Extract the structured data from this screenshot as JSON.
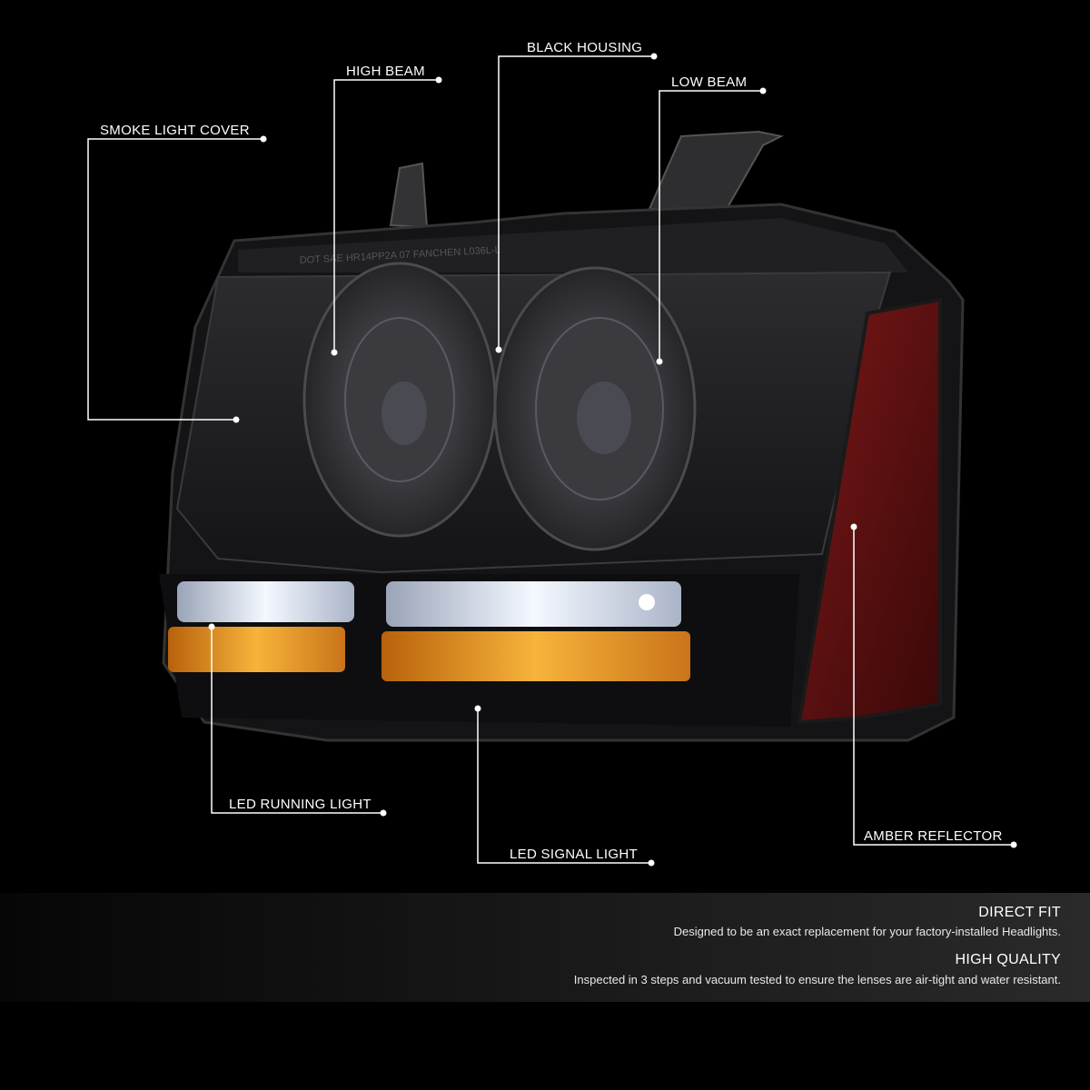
{
  "callouts": {
    "smoke_light_cover": "SMOKE LIGHT COVER",
    "high_beam": "HIGH BEAM",
    "black_housing": "BLACK HOUSING",
    "low_beam": "LOW BEAM",
    "led_running_light": "LED RUNNING LIGHT",
    "led_signal_light": "LED SIGNAL LIGHT",
    "amber_reflector": "AMBER REFLECTOR"
  },
  "lens_marking": "DOT SAE HR14PP2A 07 FANCHEN L036L-L",
  "features": [
    {
      "title": "DIRECT FIT",
      "description": "Designed to be an exact replacement for your factory-installed Headlights."
    },
    {
      "title": "HIGH QUALITY",
      "description": "Inspected in 3 steps and vacuum tested to ensure the lenses are air-tight and water resistant."
    }
  ],
  "colors": {
    "background": "#000000",
    "housing": "#1c1c1e",
    "smoke_lens": "#2a2a2d",
    "amber_led": "#f0a020",
    "white_led": "#e8f0ff",
    "reflector": "#6a1414",
    "leader_line": "#ffffff"
  }
}
